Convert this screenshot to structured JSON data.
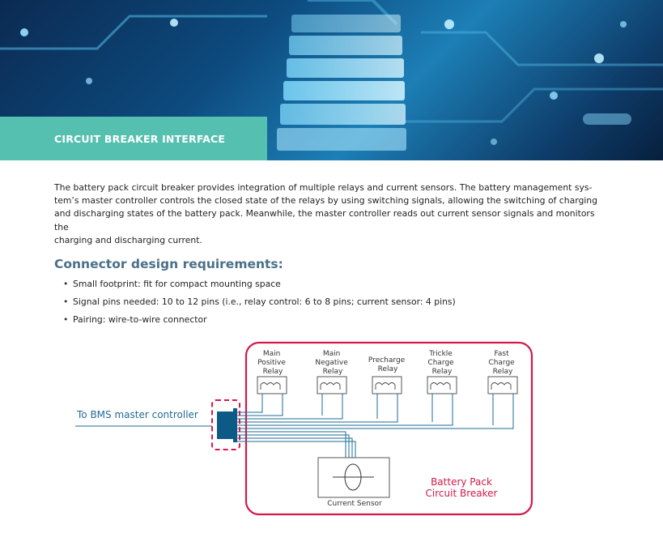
{
  "hero": {
    "title": "CIRCUIT BREAKER INTERFACE",
    "accent_color": "#56c0b0"
  },
  "intro_text": "The battery pack circuit breaker provides integration of multiple relays and current sensors. The battery management sys-\ntem’s master controller controls the closed state of the relays by using switching signals, allowing the switching of charging\nand discharging states of the battery pack. Meanwhile, the master controller reads out current sensor signals and monitors the\ncharging and discharging current.",
  "section": {
    "heading": "Connector design requirements:",
    "heading_color": "#4a6f8a",
    "bullets": [
      "Small footprint: fit for compact mounting space",
      "Signal pins needed: 10 to 12 pins (i.e., relay control: 6 to 8 pins; current sensor: 4 pins)",
      "Pairing: wire-to-wire connector"
    ]
  },
  "diagram": {
    "bms_label": "To BMS master controller",
    "breaker_label_line1": "Battery Pack",
    "breaker_label_line2": "Circuit Breaker",
    "breaker_color": "#d2194a",
    "wire_color": "#1e6b96",
    "sensor_label": "Current Sensor",
    "relays": [
      {
        "lines": [
          "Main",
          "Positive",
          "Relay"
        ]
      },
      {
        "lines": [
          "Main",
          "Negative",
          "Relay"
        ]
      },
      {
        "lines": [
          "Precharge",
          "Relay"
        ]
      },
      {
        "lines": [
          "Trickle",
          "Charge",
          "Relay"
        ]
      },
      {
        "lines": [
          "Fast",
          "Charge",
          "Relay"
        ]
      }
    ]
  }
}
